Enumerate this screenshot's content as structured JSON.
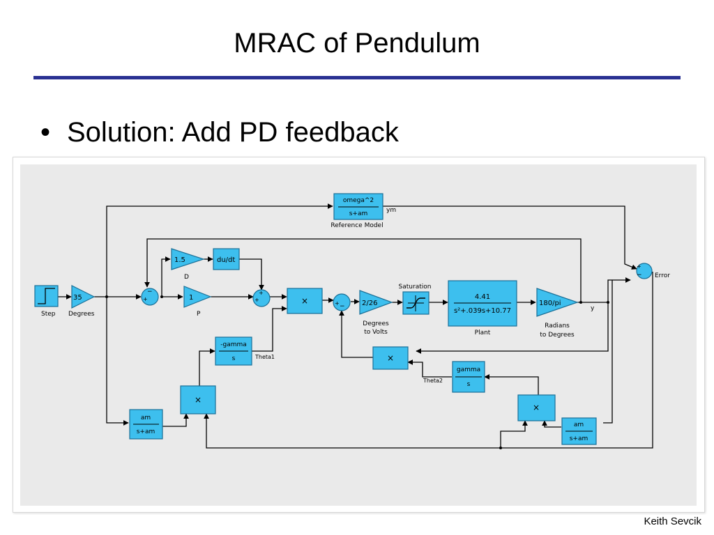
{
  "slide": {
    "title": "MRAC of Pendulum",
    "bullet": "Solution: Add PD feedback",
    "footer": "Keith Sevcik"
  },
  "colors": {
    "rule": "#2a3192",
    "block_fill": "#3dbfee",
    "block_stroke": "#1a6f96",
    "canvas": "#eaeaea"
  },
  "diagram": {
    "blocks": {
      "step": {
        "label": "Step"
      },
      "degrees_gain": {
        "value": "35",
        "label": "Degrees"
      },
      "d_gain": {
        "value": "1.5",
        "label": "D"
      },
      "derivative": {
        "value": "du/dt"
      },
      "p_gain": {
        "value": "1",
        "label": "P"
      },
      "reference_model": {
        "num": "omega^2",
        "den": "s+am",
        "label": "Reference Model",
        "out": "ym"
      },
      "product_main": {
        "symbol": "×"
      },
      "volts_gain": {
        "value": "2/26",
        "label1": "Degrees",
        "label2": "to Volts"
      },
      "saturation": {
        "label": "Saturation"
      },
      "plant": {
        "num": "4.41",
        "den": "s²+.039s+10.77",
        "label": "Plant"
      },
      "radians_gain": {
        "value": "180/pi",
        "label1": "Radians",
        "label2": "to Degrees",
        "out": "y"
      },
      "error_sum": {
        "label": "Error"
      },
      "theta1_integrator": {
        "num": "-gamma",
        "den": "s",
        "label": "Theta1"
      },
      "product_theta2_fb": {
        "symbol": "×"
      },
      "theta2_integrator": {
        "num": "gamma",
        "den": "s",
        "label": "Theta2"
      },
      "product_theta1_adapt": {
        "symbol": "×"
      },
      "filter_left": {
        "num": "am",
        "den": "s+am"
      },
      "product_theta2_adapt": {
        "symbol": "×"
      },
      "filter_right": {
        "num": "am",
        "den": "s+am"
      }
    },
    "sum_signs": {
      "sum1": [
        "+",
        "−"
      ],
      "sum2": [
        "+",
        "+"
      ],
      "sum3": [
        "+",
        "−"
      ],
      "sum_error": [
        "+",
        "−"
      ]
    }
  }
}
